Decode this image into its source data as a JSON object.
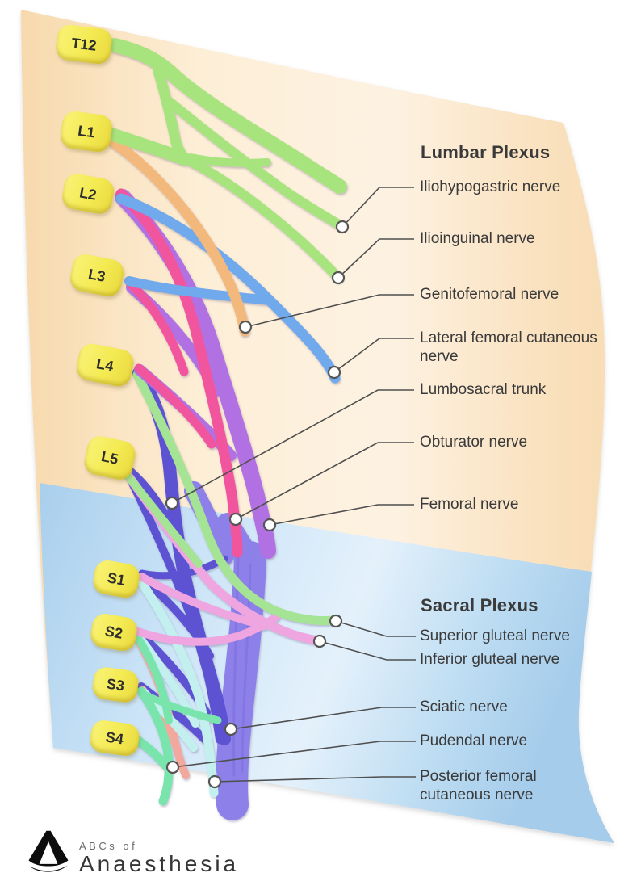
{
  "titles": {
    "lumbar": "Lumbar Plexus",
    "sacral": "Sacral Plexus"
  },
  "roots": [
    {
      "label": "T12"
    },
    {
      "label": "L1"
    },
    {
      "label": "L2"
    },
    {
      "label": "L3"
    },
    {
      "label": "L4"
    },
    {
      "label": "L5"
    },
    {
      "label": "S1"
    },
    {
      "label": "S2"
    },
    {
      "label": "S3"
    },
    {
      "label": "S4"
    }
  ],
  "nerve_labels": [
    {
      "text": "Iliohypogastric nerve",
      "color": "green"
    },
    {
      "text": "Ilioinguinal nerve",
      "color": "green"
    },
    {
      "text": "Genitofemoral nerve",
      "color": "orange"
    },
    {
      "text": "Lateral femoral cutaneous nerve",
      "color": "blue"
    },
    {
      "text": "Lumbosacral trunk",
      "color": "indigo"
    },
    {
      "text": "Obturator nerve",
      "color": "pink"
    },
    {
      "text": "Femoral nerve",
      "color": "purple"
    },
    {
      "text": "Superior gluteal nerve",
      "color": "light_green"
    },
    {
      "text": "Inferior gluteal nerve",
      "color": "light_pink"
    },
    {
      "text": "Sciatic nerve",
      "color": "periwinkle"
    },
    {
      "text": "Pudendal nerve",
      "color": "mint"
    },
    {
      "text": "Posterior femoral cutaneous nerve",
      "color": "cyan"
    }
  ],
  "colors": {
    "sheet_top": "#fbe6c4",
    "sheet_bottom": "#b9dcf2",
    "root_fill": "#f5ec55",
    "text": "#3a3a3a",
    "leader_line": "#4f4f4f",
    "nerves": {
      "green": "#a8e47e",
      "orange": "#f3b87c",
      "blue": "#6fa9ec",
      "pink": "#f0549e",
      "purple": "#b171e2",
      "indigo": "#5d53d2",
      "periwinkle": "#8d80e8",
      "light_pink": "#efa6e0",
      "light_green": "#a5e494",
      "mint": "#79e5ad",
      "cyan": "#c3f0ee",
      "salmon": "#f2a89c"
    }
  },
  "logo": {
    "line1": "ABCs of",
    "line2": "Anaesthesia"
  }
}
